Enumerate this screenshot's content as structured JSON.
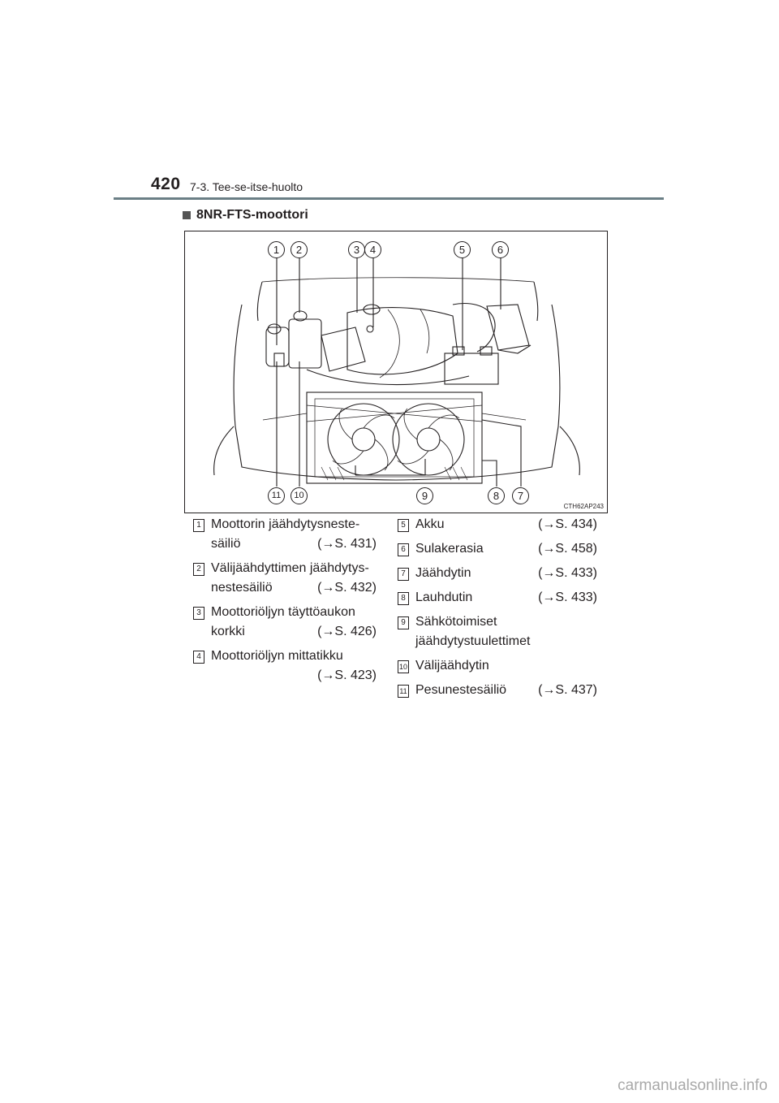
{
  "header": {
    "page_number": "420",
    "section": "7-3. Tee-se-itse-huolto"
  },
  "heading": "8NR-FTS-moottori",
  "figure": {
    "code": "CTH62AP243",
    "callouts": [
      "1",
      "2",
      "3",
      "4",
      "5",
      "6",
      "7",
      "8",
      "9",
      "10",
      "11"
    ]
  },
  "legend": {
    "left": [
      {
        "num": "1",
        "line1": "Moottorin jäähdytysneste-",
        "line2": "säiliö",
        "ref": "(→S. 431)"
      },
      {
        "num": "2",
        "line1": "Välijäähdyttimen jäähdytys-",
        "line2": "nestesäiliö",
        "ref": "(→S. 432)"
      },
      {
        "num": "3",
        "line1": "Moottoriöljyn täyttöaukon",
        "line2": "korkki",
        "ref": "(→S. 426)"
      },
      {
        "num": "4",
        "line1": "Moottoriöljyn mittatikku",
        "line2": "",
        "ref": "(→S. 423)"
      }
    ],
    "right": [
      {
        "num": "5",
        "label": "Akku",
        "ref": "(→S. 434)"
      },
      {
        "num": "6",
        "label": "Sulakerasia",
        "ref": "(→S. 458)"
      },
      {
        "num": "7",
        "label": "Jäähdytin",
        "ref": "(→S. 433)"
      },
      {
        "num": "8",
        "label": "Lauhdutin",
        "ref": "(→S. 433)"
      },
      {
        "num": "9",
        "line1": "Sähkötoimiset",
        "line2": "jäähdytystuulettimet",
        "ref": ""
      },
      {
        "num": "10",
        "label": "Välijäähdytin",
        "ref": ""
      },
      {
        "num": "11",
        "label": "Pesunestesäiliö",
        "ref": "(→S. 437)"
      }
    ]
  },
  "watermark": "carmanualsonline.info"
}
